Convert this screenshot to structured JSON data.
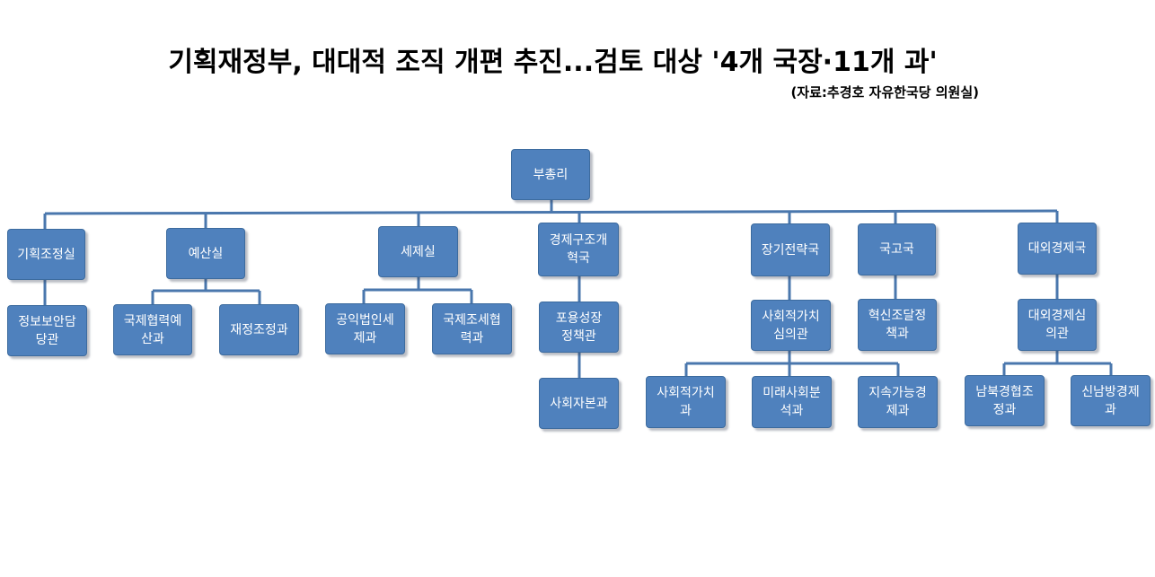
{
  "title": "기획재정부, 대대적 조직 개편 추진...검토 대상 '4개 국장·11개 과'",
  "source": "(자료:추경호 자유한국당 의원실)",
  "org": {
    "root": "부총리",
    "departments": [
      {
        "label": "기획조정실"
      },
      {
        "label": "예산실"
      },
      {
        "label": "세제실"
      },
      {
        "label": "경제구조개\n혁국"
      },
      {
        "label": "장기전략국"
      },
      {
        "label": "국고국"
      },
      {
        "label": "대외경제국"
      }
    ],
    "sub_units": [
      {
        "label": "정보보안담\n당관"
      },
      {
        "label": "국제협력예\n산과"
      },
      {
        "label": "재정조정과"
      },
      {
        "label": "공익법인세\n제과"
      },
      {
        "label": "국제조세협\n력과"
      },
      {
        "label": "포용성장\n정책관"
      },
      {
        "label": "사회자본과"
      },
      {
        "label": "사회적가치\n심의관"
      },
      {
        "label": "사회적가치\n과"
      },
      {
        "label": "미래사회분\n석과"
      },
      {
        "label": "지속가능경\n제과"
      },
      {
        "label": "혁신조달정\n책과"
      },
      {
        "label": "대외경제심\n의관"
      },
      {
        "label": "남북경협조\n정과"
      },
      {
        "label": "신남방경제\n과"
      }
    ]
  }
}
